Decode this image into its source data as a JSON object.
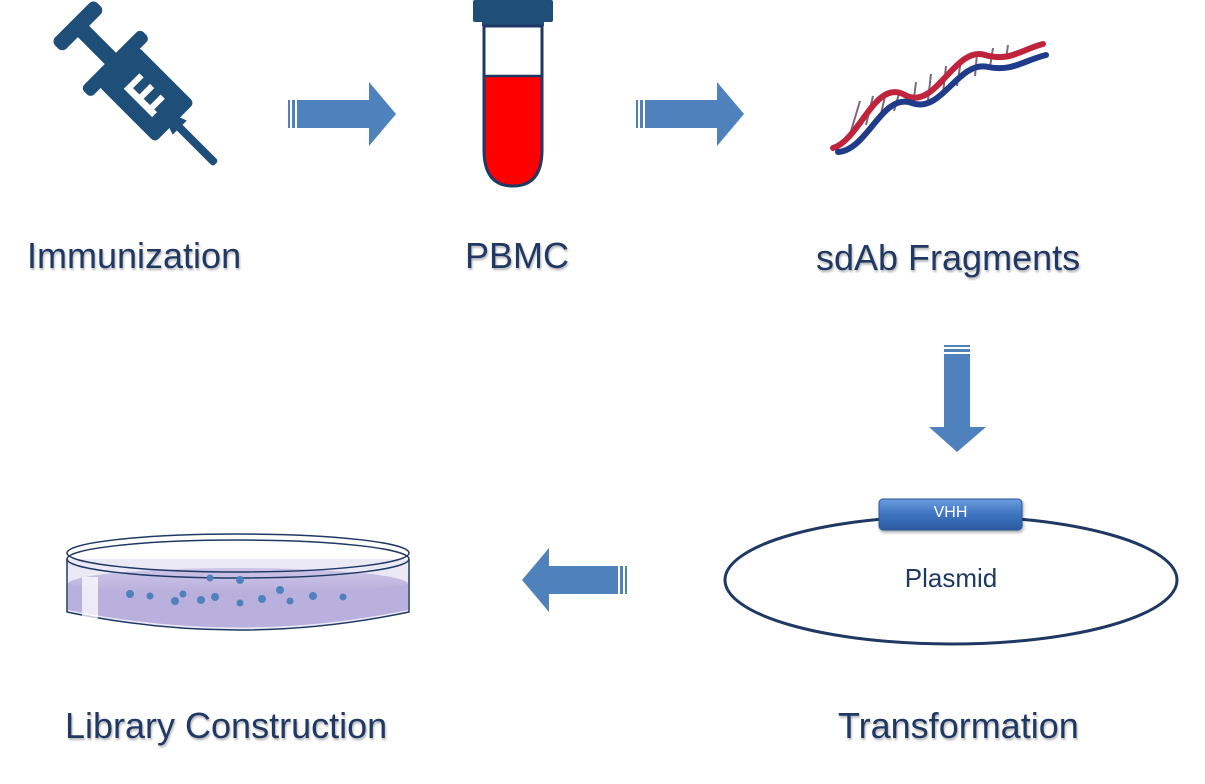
{
  "steps": {
    "immunization": "Immunization",
    "pbmc": "PBMC",
    "fragments": "sdAb Fragments",
    "transformation": "Transformation",
    "library": "Library Construction"
  },
  "plasmid": {
    "label": "Plasmid",
    "insert_label": "VHH"
  },
  "icons": {
    "step1": "syringe-icon",
    "step2": "blood-tube-icon",
    "step3": "dna-helix-icon",
    "step4": "plasmid-icon",
    "step5": "petri-dish-icon"
  },
  "colors": {
    "label_text": "#1f3864",
    "arrow": "#4f81bd",
    "syringe": "#1f4e79",
    "blood": "#ff0000",
    "tube_outline": "#1f3864",
    "dna_red": "#c0243c",
    "dna_blue": "#1f3b8a",
    "plasmid_outline": "#1f3864",
    "vhh_box": "#3f74c0"
  }
}
